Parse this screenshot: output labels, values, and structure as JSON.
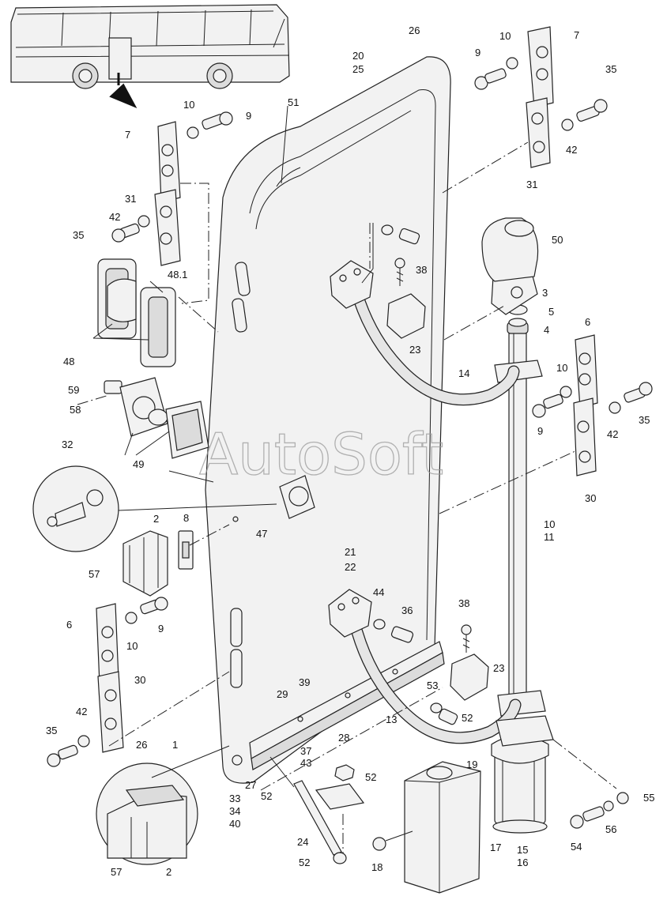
{
  "watermark": "AutoSoft",
  "labels": [
    "26",
    "20",
    "25",
    "51",
    "7",
    "10",
    "9",
    "35",
    "42",
    "31",
    "50",
    "3",
    "5",
    "4",
    "6",
    "14",
    "48.1",
    "48",
    "59",
    "58",
    "49",
    "32",
    "47",
    "2",
    "8",
    "57",
    "30",
    "38",
    "23",
    "36",
    "44",
    "21",
    "22",
    "10",
    "11",
    "29",
    "39",
    "28",
    "13",
    "53",
    "52",
    "37",
    "43",
    "27",
    "33",
    "34",
    "40",
    "24",
    "19",
    "17",
    "18",
    "15",
    "16",
    "54",
    "56",
    "55",
    "1"
  ],
  "labels_text": {
    "l26a": "26",
    "l20": "20",
    "l25": "25",
    "l51": "51",
    "l7a": "7",
    "l10a": "10",
    "l9a": "9",
    "l35a": "35",
    "l42a": "42",
    "l31a": "31",
    "l7b": "7",
    "l10b": "10",
    "l9b": "9",
    "l35b": "35",
    "l42b": "42",
    "l31b": "31",
    "l50": "50",
    "l3": "3",
    "l5": "5",
    "l4": "4",
    "l6a": "6",
    "l10c": "10",
    "l9c": "9",
    "l42c": "42",
    "l35c": "35",
    "l30a": "30",
    "l14": "14",
    "l38a": "38",
    "l23a": "23",
    "l481": "48.1",
    "l48": "48",
    "l59": "59",
    "l58": "58",
    "l49": "49",
    "l32": "32",
    "l47": "47",
    "l2a": "2",
    "l8": "8",
    "l57a": "57",
    "l6b": "6",
    "l10d": "10",
    "l9d": "9",
    "l30b": "30",
    "l42d": "42",
    "l35d": "35",
    "l1011a": "10",
    "l1011b": "11",
    "l21": "21",
    "l22": "22",
    "l44": "44",
    "l36": "36",
    "l38b": "38",
    "l23b": "23",
    "l53": "53",
    "l52a": "52",
    "l29": "29",
    "l39": "39",
    "l28": "28",
    "l13": "13",
    "l37": "37",
    "l43": "43",
    "l52b": "52",
    "l52c": "52",
    "l52d": "52",
    "l27": "27",
    "l33": "33",
    "l34": "34",
    "l40": "40",
    "l24": "24",
    "l19": "19",
    "l17": "17",
    "l18": "18",
    "l15": "15",
    "l16": "16",
    "l54": "54",
    "l56": "56",
    "l55": "55",
    "l26b": "26",
    "l1": "1",
    "l57b": "57",
    "l2b": "2"
  }
}
